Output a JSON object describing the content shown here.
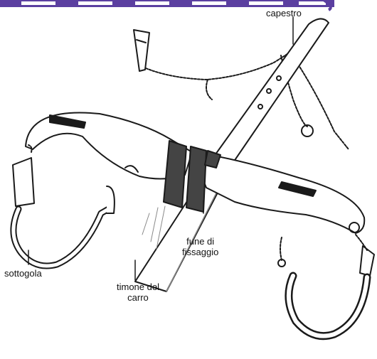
{
  "labels": {
    "capestro": "capestro",
    "fune_line1": "fune di",
    "fune_line2": "fissaggio",
    "sottogola": "sottogola",
    "timone_line1": "timone del",
    "timone_line2": "carro"
  },
  "colors": {
    "ink": "#1a1a1a",
    "band": "#5b3fa0",
    "band_light": "#e9e3f5",
    "paper": "#ffffff",
    "wood_shade": "#8a8a8a"
  }
}
